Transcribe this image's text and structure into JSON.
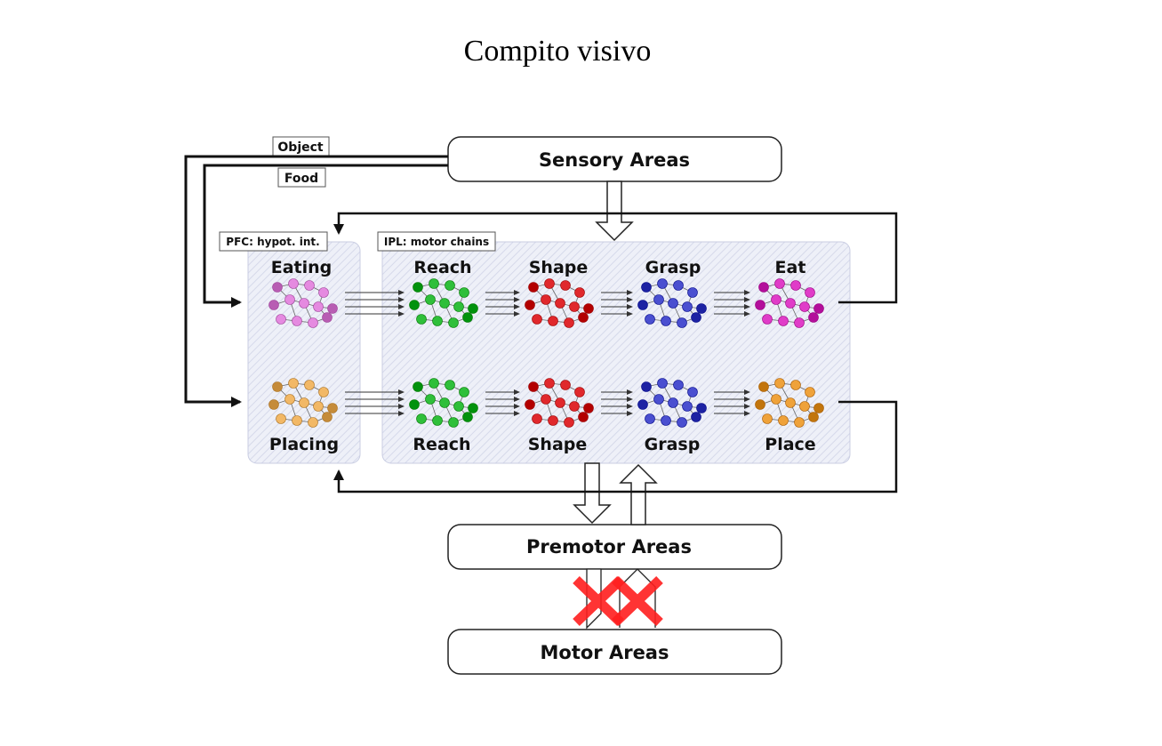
{
  "title": "Compito visivo",
  "inputs": {
    "object": "Object",
    "food": "Food"
  },
  "boxes": {
    "sensory": "Sensory Areas",
    "premotor": "Premotor Areas",
    "motor": "Motor Areas"
  },
  "regions": {
    "pfc": "PFC: hypot. int.",
    "ipl": "IPL: motor chains"
  },
  "top_chain": [
    {
      "label": "Eating",
      "color": "#e58ae0"
    },
    {
      "label": "Reach",
      "color": "#2fbf3a"
    },
    {
      "label": "Shape",
      "color": "#e0282c"
    },
    {
      "label": "Grasp",
      "color": "#4a4fd0"
    },
    {
      "label": "Eat",
      "color": "#e03cc8"
    }
  ],
  "bottom_chain": [
    {
      "label": "Placing",
      "color": "#f2b866"
    },
    {
      "label": "Reach",
      "color": "#2fbf3a"
    },
    {
      "label": "Shape",
      "color": "#e0282c"
    },
    {
      "label": "Grasp",
      "color": "#4a4fd0"
    },
    {
      "label": "Place",
      "color": "#efa23a"
    }
  ],
  "colors": {
    "region_fill": "#eceef7",
    "region_stroke": "#c9cde2",
    "block_cross": "#ff1f1f"
  }
}
